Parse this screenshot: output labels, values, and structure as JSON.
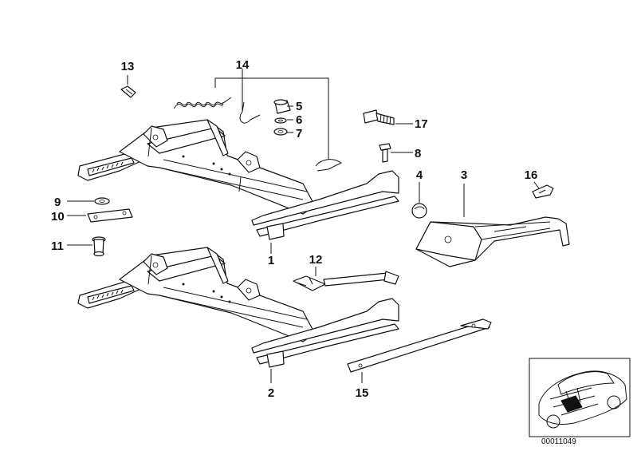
{
  "labels": {
    "p1": "1",
    "p2": "2",
    "p3": "3",
    "p4": "4",
    "p5": "5",
    "p6": "6",
    "p7": "7",
    "p8": "8",
    "p9": "9",
    "p10": "10",
    "p11": "11",
    "p12": "12",
    "p13": "13",
    "p14": "14",
    "p15": "15",
    "p16": "16",
    "p17": "17"
  },
  "inset": {
    "code": "00011049"
  }
}
